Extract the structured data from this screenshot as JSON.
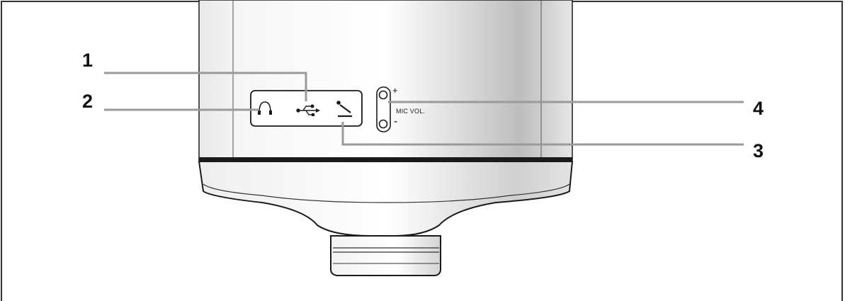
{
  "callouts": [
    {
      "number": "1",
      "target": "usb-port"
    },
    {
      "number": "2",
      "target": "headphone-jack"
    },
    {
      "number": "3",
      "target": "mic-jack"
    },
    {
      "number": "4",
      "target": "mic-volume"
    }
  ],
  "labels": {
    "mic_vol": "MIC VOL.",
    "plus": "+",
    "minus": "-"
  },
  "icons": [
    "headphone-icon",
    "usb-icon",
    "microphone-icon"
  ],
  "colors": {
    "leader_line": "#9a9a9a",
    "outline": "#1a1a1a"
  }
}
